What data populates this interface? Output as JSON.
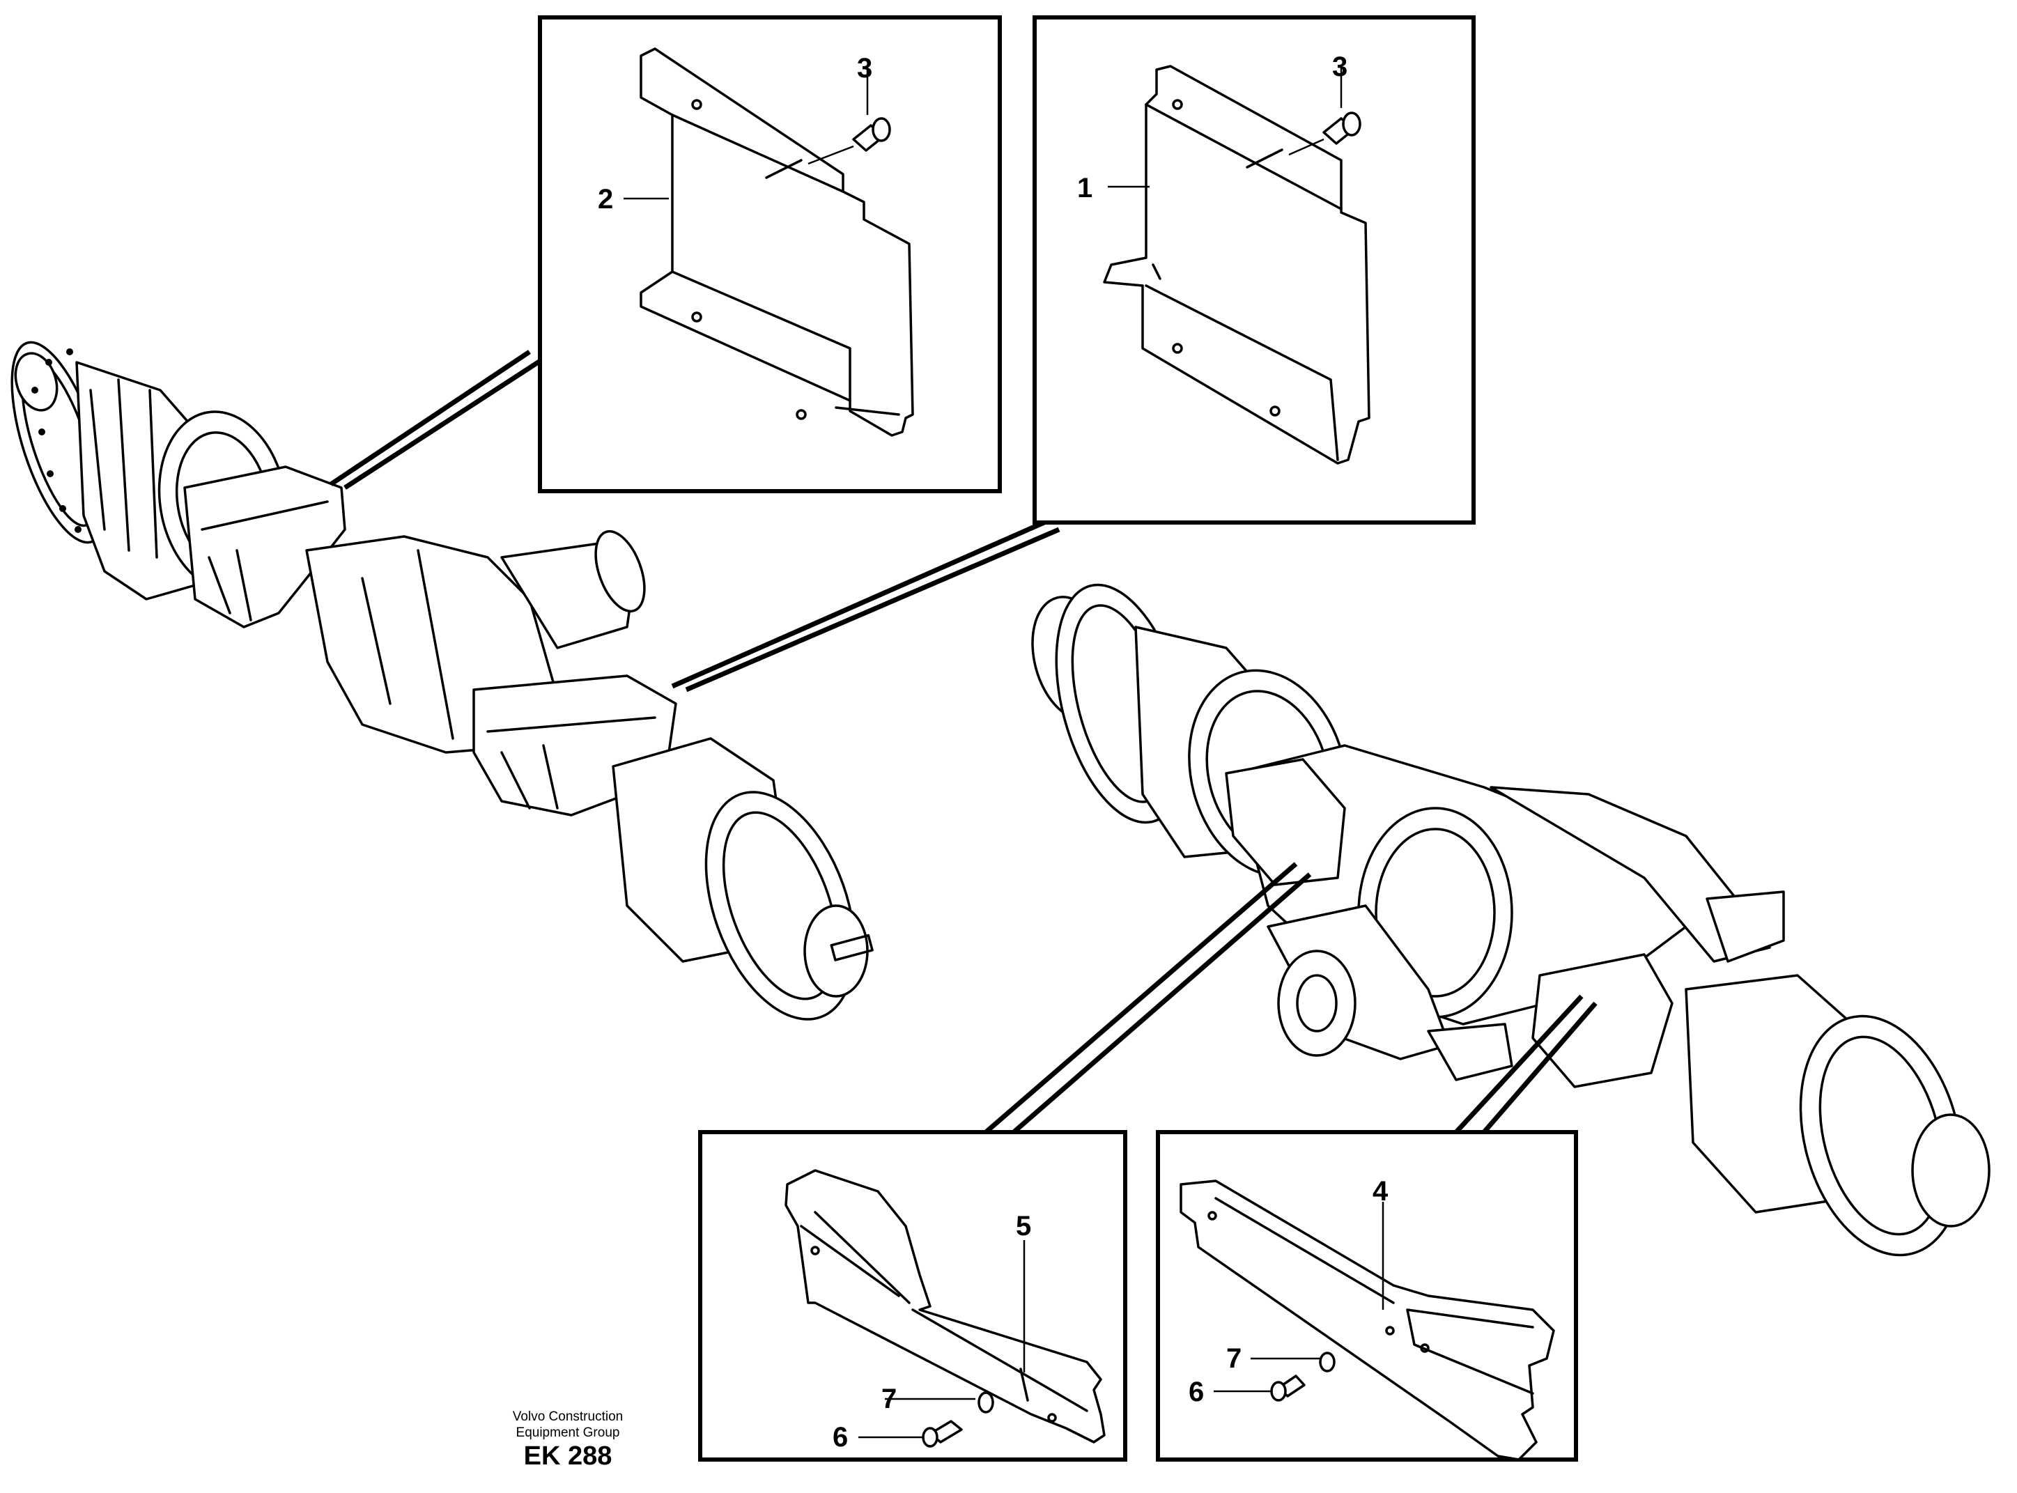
{
  "diagram": {
    "callouts": {
      "top_left_panel": {
        "part_label": "2",
        "bolt_label": "3"
      },
      "top_right_panel": {
        "part_label": "1",
        "bolt_label": "3"
      },
      "bottom_left_panel": {
        "part_label": "5",
        "washer_label": "7",
        "bolt_label": "6"
      },
      "bottom_right_panel": {
        "part_label": "4",
        "washer_label": "7",
        "bolt_label": "6"
      }
    },
    "credit": {
      "line1": "Volvo Construction",
      "line2": "Equipment Group",
      "code": "EK 288"
    }
  }
}
